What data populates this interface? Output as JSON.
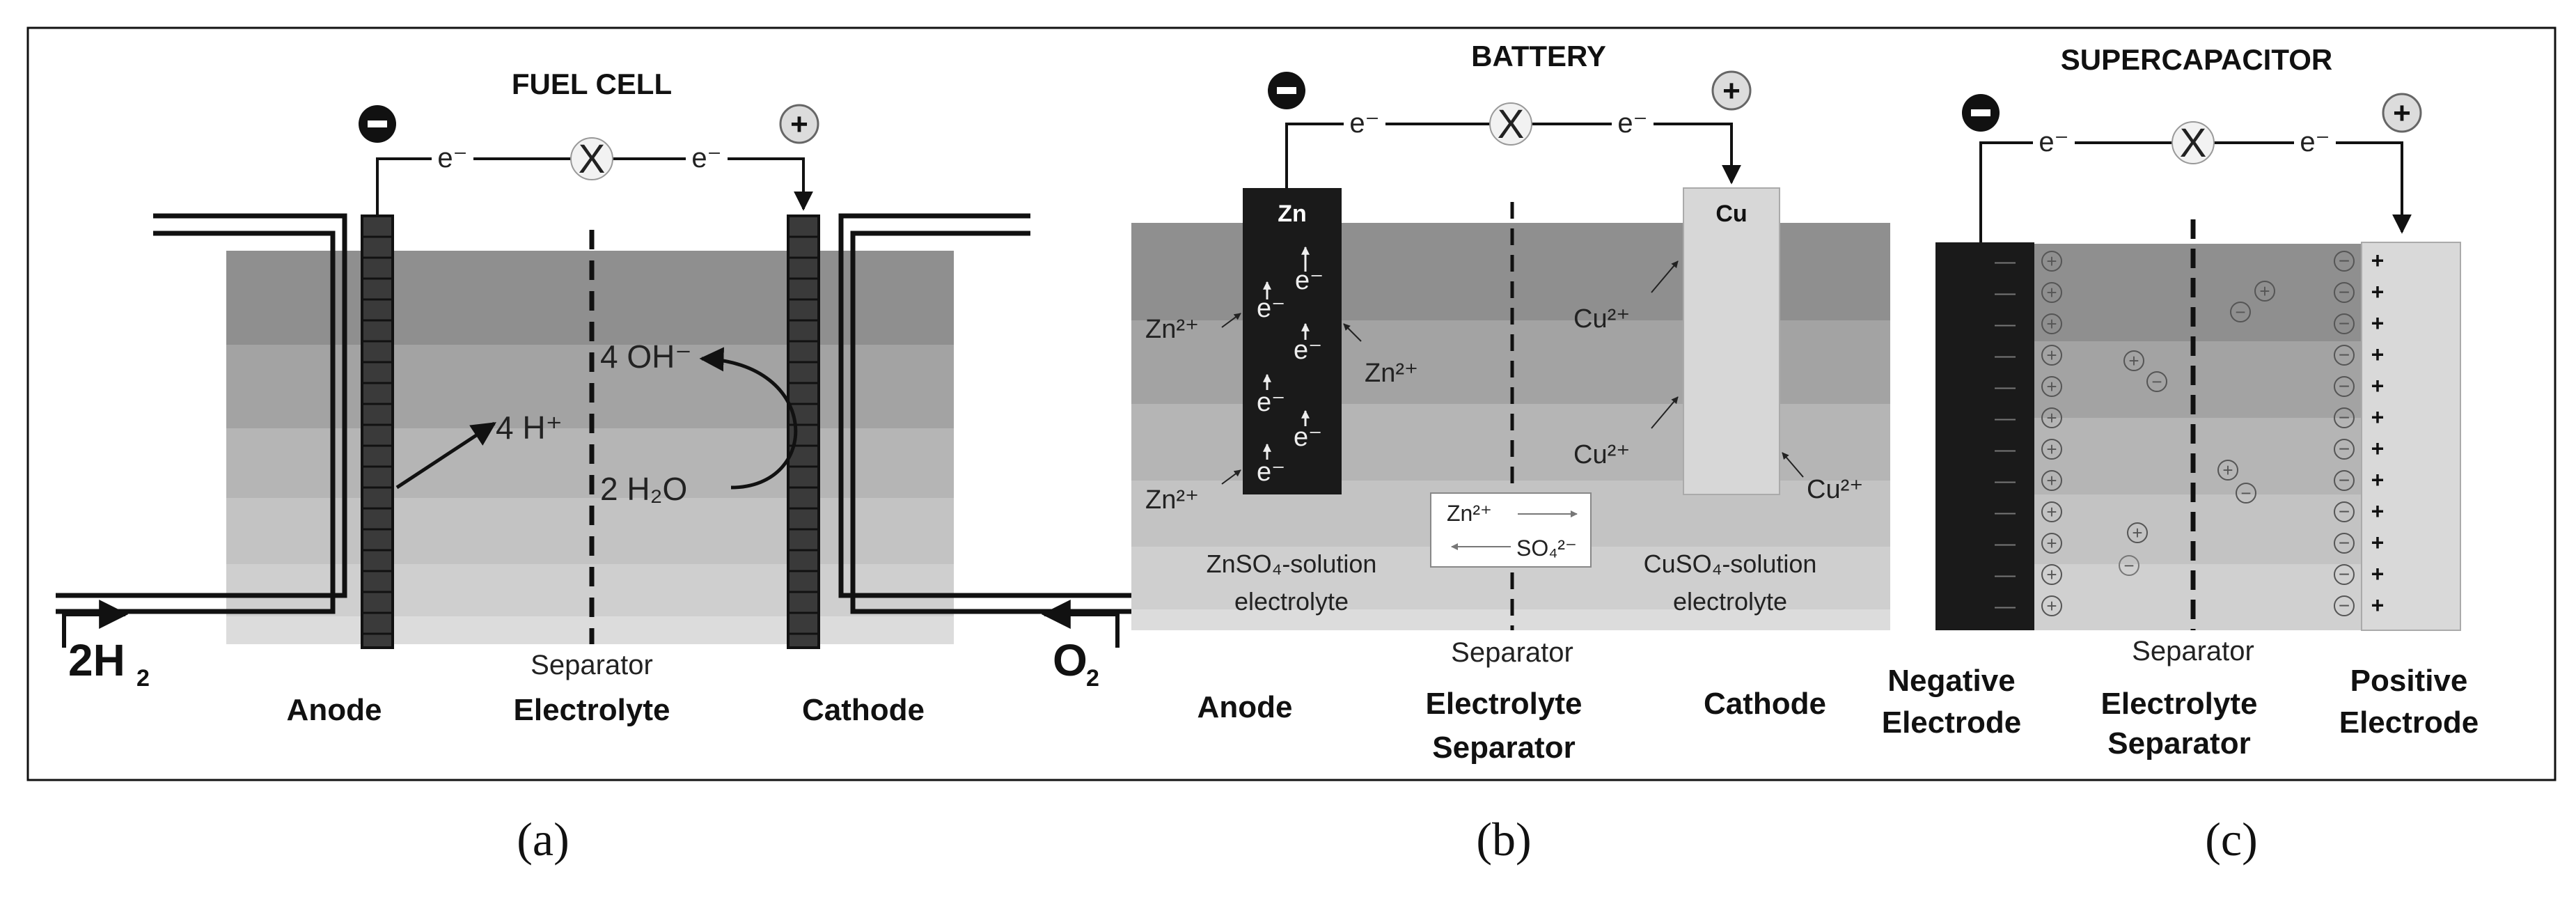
{
  "panel_a": {
    "title": "FUEL CELL",
    "minus_sign": "−",
    "plus_sign": "+",
    "electron_left": "e⁻",
    "electron_right": "e⁻",
    "load": "X",
    "ion_label": "4 H⁺",
    "hydroxide_label": "4 OH⁻",
    "water_label": "2 H₂O",
    "fuel_main": "2H",
    "fuel_sub": "2",
    "oxidant_main": "O",
    "oxidant_sub": "2",
    "separator_label": "Separator",
    "anode_label": "Anode",
    "electrolyte_label": "Electrolyte",
    "cathode_label": "Cathode",
    "caption": "(a)"
  },
  "panel_b": {
    "title": "BATTERY",
    "minus_sign": "−",
    "plus_sign": "+",
    "electron_left": "e⁻",
    "electron_right": "e⁻",
    "load": "X",
    "anode_metal": "Zn",
    "cathode_metal": "Cu",
    "zn_ion": "Zn²⁺",
    "cu_ion": "Cu²⁺",
    "electron": "e⁻",
    "sep_box_zn": "Zn²⁺",
    "sep_box_so4": "SO₄²⁻",
    "left_solution": "ZnSO₄-solution",
    "right_solution": "CuSO₄-solution",
    "electrolyte_word": "electrolyte",
    "separator_label": "Separator",
    "anode_label": "Anode",
    "electrolyte_label": "Electrolyte",
    "separator_label_2": "Separator",
    "cathode_label": "Cathode",
    "caption": "(b)"
  },
  "panel_c": {
    "title": "SUPERCAPACITOR",
    "minus_sign": "−",
    "plus_sign": "+",
    "electron_left": "e⁻",
    "electron_right": "e⁻",
    "load": "X",
    "neg_mark": "—",
    "pos_mark": "+",
    "cation_mark": "+",
    "anion_mark": "−",
    "separator_label": "Separator",
    "negative_label_1": "Negative",
    "negative_label_2": "Electrode",
    "electrolyte_label": "Electrolyte",
    "separator_label_2": "Separator",
    "positive_label_1": "Positive",
    "positive_label_2": "Electrode",
    "caption": "(c)"
  }
}
